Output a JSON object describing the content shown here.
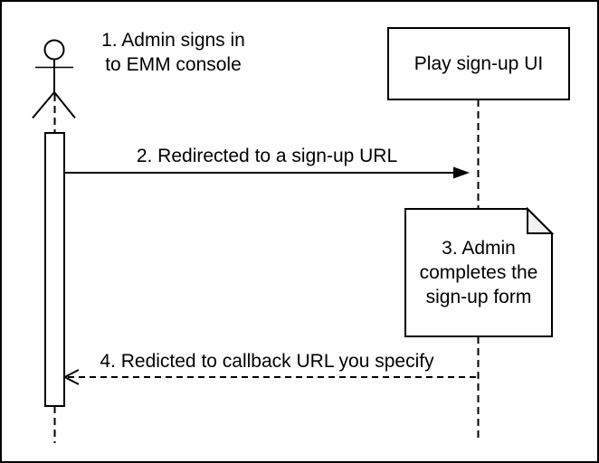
{
  "diagram": {
    "type": "uml-sequence-diagram",
    "participant_label": "Play sign-up UI",
    "messages": [
      {
        "label": "1. Admin signs in\nto EMM console"
      },
      {
        "label": "2. Redirected to a sign-up URL"
      },
      {
        "label": "3. Admin\ncompletes the\nsign-up form"
      },
      {
        "label": "4. Redicted to callback URL you specify"
      }
    ],
    "icons": {
      "actor": "person-stick-figure-icon",
      "note": "document-folded-corner-icon"
    },
    "colors": {
      "stroke": "#000000",
      "fill": "#ffffff",
      "note_fold_fill": "#f2f2f2",
      "text": "#000000"
    }
  }
}
